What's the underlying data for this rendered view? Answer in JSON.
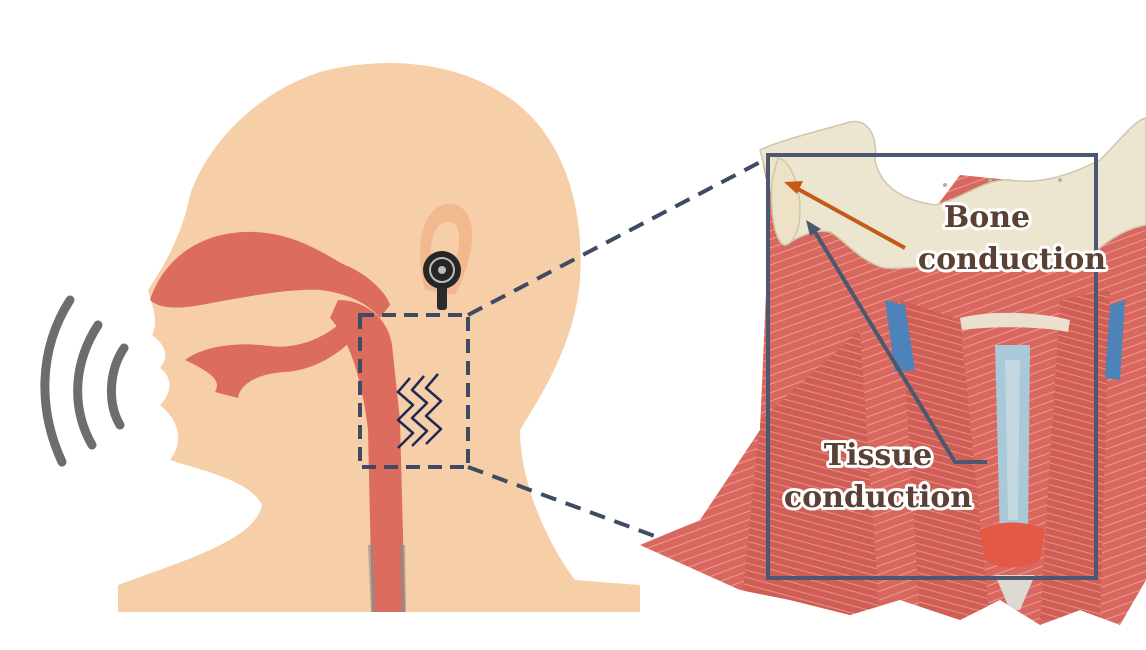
{
  "labels": {
    "bone_line1": "Bone",
    "bone_line2": "conduction",
    "tissue_line1": "Tissue",
    "tissue_line2": "conduction"
  },
  "colors": {
    "skin": "#f6cfa9",
    "airway": "#dc6d5e",
    "frame": "#4a5870",
    "bone_arrow": "#c45a16",
    "tissue_arrow": "#4a5870",
    "label_text": "#5a4035",
    "sound_waves": "#6d6d6d",
    "muscle": "#d9706a",
    "bone": "#ece6d0"
  },
  "icons": {
    "sound": "sound-waves-icon",
    "earbud": "earbud-icon",
    "vibration": "vibration-icon"
  }
}
